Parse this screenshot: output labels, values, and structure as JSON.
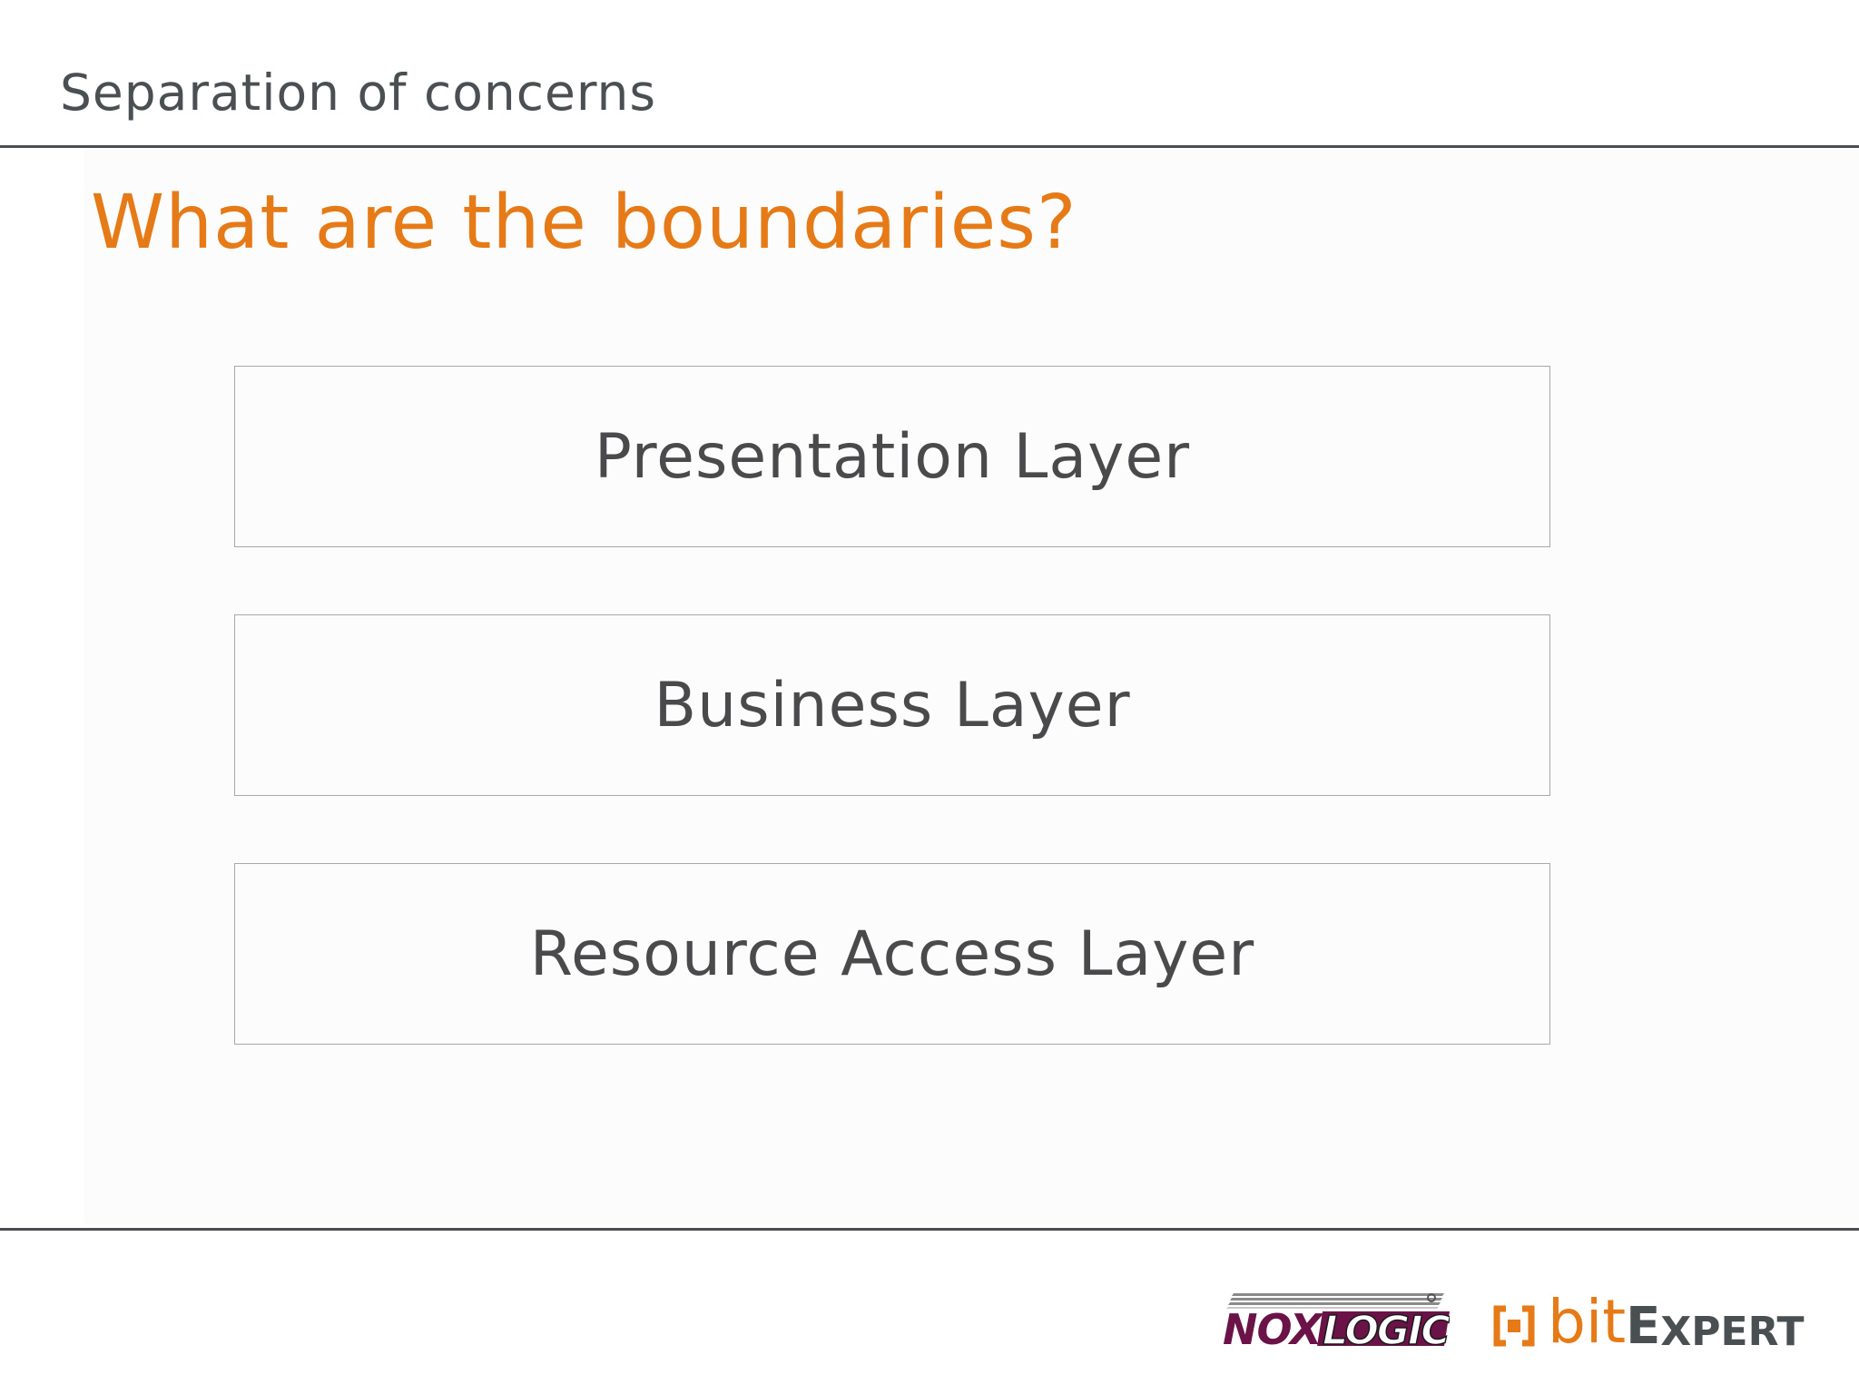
{
  "header": {
    "section_title": "Separation of concerns"
  },
  "slide": {
    "headline": "What are the boundaries?",
    "layers": [
      {
        "label": "Presentation Layer"
      },
      {
        "label": "Business Layer"
      },
      {
        "label": "Resource Access Layer"
      }
    ]
  },
  "footer": {
    "logos": [
      {
        "name": "nox-logic-logo",
        "text": "NOXLOGIC"
      },
      {
        "name": "bitexpert-logo",
        "text_bit": "bit",
        "text_expert_initial": "E",
        "text_expert_rest": "XPERT"
      }
    ]
  },
  "colors": {
    "accent_orange": "#e57a16",
    "text_dark": "#4a5052",
    "nox_purple": "#6b1248",
    "rule": "#4a4e50"
  }
}
